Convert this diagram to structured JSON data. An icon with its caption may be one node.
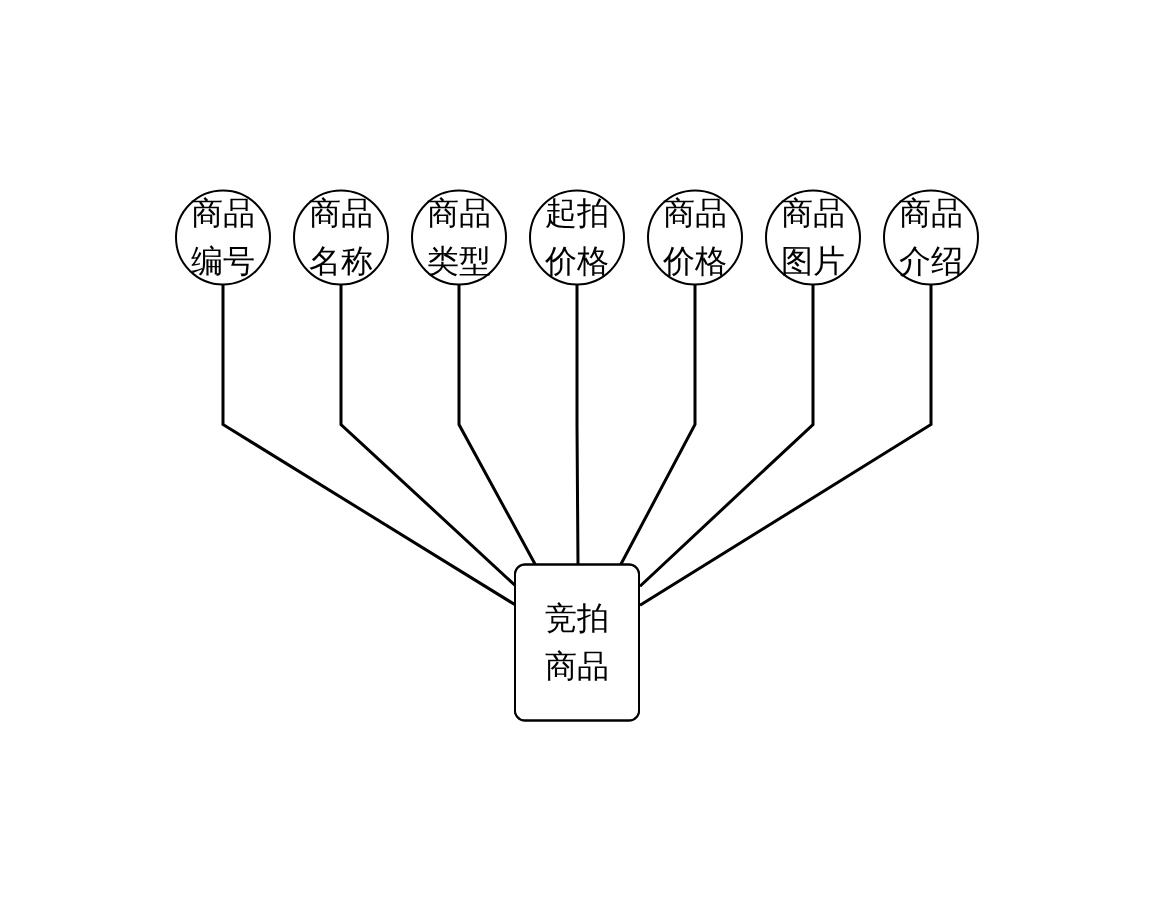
{
  "diagram": {
    "nodes": [
      {
        "text": [
          "商品编号"
        ]
      },
      {
        "text": [
          "商品名称"
        ]
      },
      {
        "text": [
          "商品类型"
        ]
      },
      {
        "text": [
          "起拍价格"
        ]
      },
      {
        "text": [
          "商品价格"
        ]
      },
      {
        "text": [
          "商品图片"
        ]
      },
      {
        "text": [
          "商品介绍"
        ]
      },
      {
        "text": [
          "竞拍商品"
        ]
      }
    ],
    "edges": [
      {
        "from": 0,
        "to": 7,
        "arrow": "none"
      },
      {
        "from": 1,
        "to": 7,
        "arrow": "none"
      },
      {
        "from": 2,
        "to": 7,
        "arrow": "none"
      },
      {
        "from": 3,
        "to": 7,
        "arrow": "none"
      },
      {
        "from": 4,
        "to": 7,
        "arrow": "none"
      },
      {
        "from": 5,
        "to": 7,
        "arrow": "none"
      },
      {
        "from": 6,
        "to": 7,
        "arrow": "none"
      }
    ]
  }
}
